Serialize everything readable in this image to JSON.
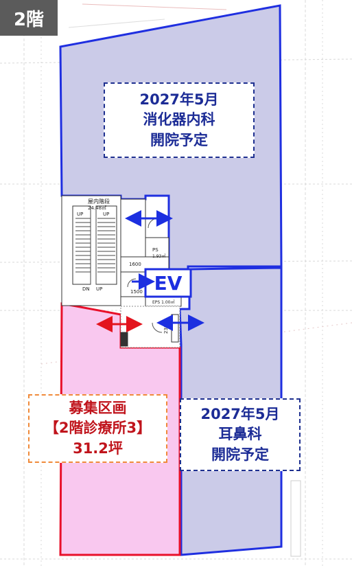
{
  "floor_label": "2階",
  "stair_label": "屋内階段",
  "stair_area": "24.48㎡",
  "stair_up": "UP",
  "stair_down": "DN",
  "ps_label": "PS",
  "ps_area": "1.93㎡",
  "ev_hall_label": "1600",
  "toilet_label": "1500",
  "eps_label": "EPS 1.00㎡",
  "dim_label": "2300",
  "ev_label": "EV",
  "gi_unit": {
    "line1": "2027年5月",
    "line2": "消化器内科",
    "line3": "開院予定"
  },
  "ent_unit": {
    "line1": "2027年5月",
    "line2": "耳鼻科",
    "line3": "開院予定"
  },
  "recruit_unit": {
    "line1": "募集区画",
    "line2": "【2階診療所3】",
    "line3": "31.2坪"
  },
  "colors": {
    "occupied_fill": "#cbcbe8",
    "occupied_stroke": "#1f2fe0",
    "recruit_fill": "#f9c8ef",
    "recruit_stroke": "#e8102a",
    "arrow_blue": "#1c2fe0",
    "arrow_red": "#e3141e"
  }
}
